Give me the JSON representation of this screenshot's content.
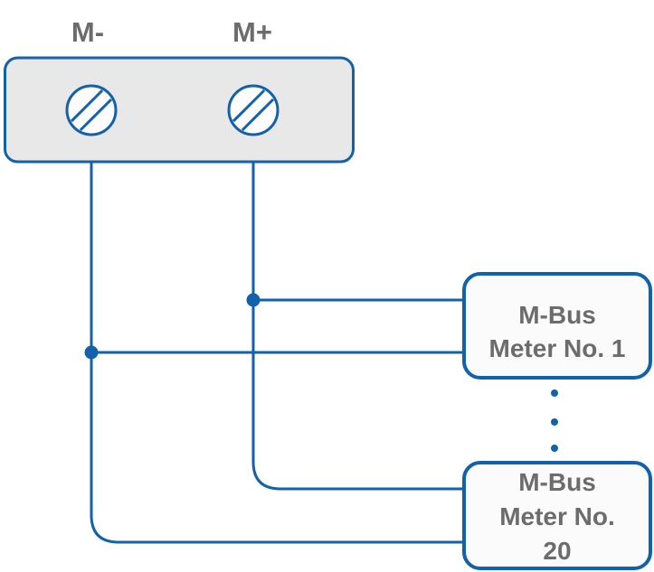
{
  "colors": {
    "accent_blue": "#1261AB",
    "label_gray": "#6C6C6C",
    "terminal_block_fill": "#E8E8E8",
    "screw_fill": "#FCFCFC",
    "meter_box_fill": "#FBFBFB",
    "background": "#FFFFFF"
  },
  "terminal_block": {
    "terminals": [
      {
        "label": "M-"
      },
      {
        "label": "M+"
      }
    ]
  },
  "meters": [
    {
      "line1": "M-Bus",
      "line2": "Meter No. 1"
    },
    {
      "line1": "M-Bus",
      "line2": "Meter No.",
      "line3": "20"
    }
  ]
}
